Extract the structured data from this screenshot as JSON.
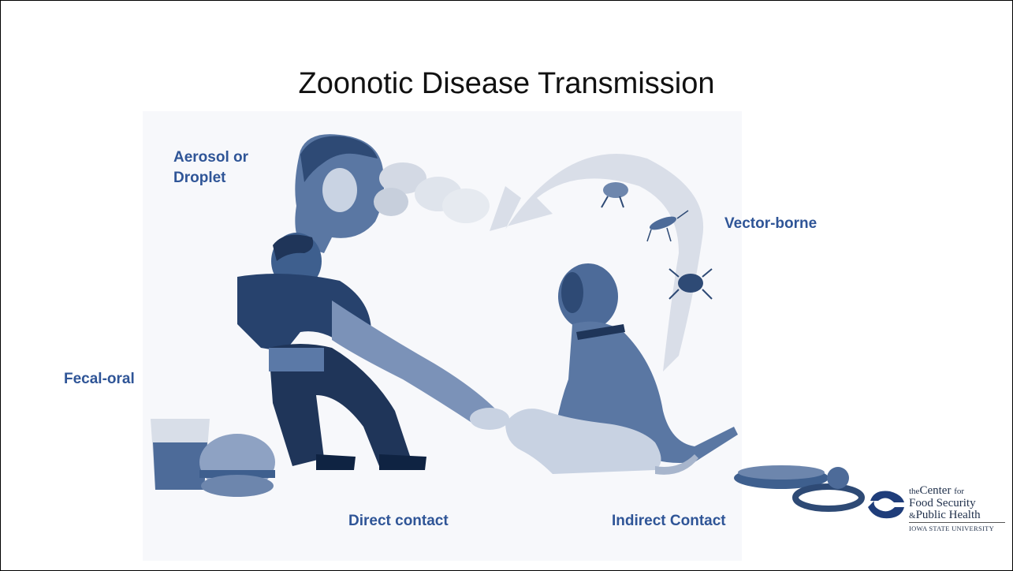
{
  "slide": {
    "title": "Zoonotic Disease Transmission",
    "labels": {
      "aerosol": "Aerosol or Droplet",
      "vector": "Vector-borne",
      "fecal": "Fecal-oral",
      "direct": "Direct contact",
      "indirect": "Indirect Contact"
    },
    "label_color": "#2f5597",
    "illustration_color": "#3e5f8e"
  },
  "logo": {
    "line1_small": "the",
    "line1": "Center",
    "line1_for": "for",
    "line2": "Food Security",
    "line3_amp": "&",
    "line3": "Public Health",
    "university": "IOWA STATE UNIVERSITY"
  }
}
